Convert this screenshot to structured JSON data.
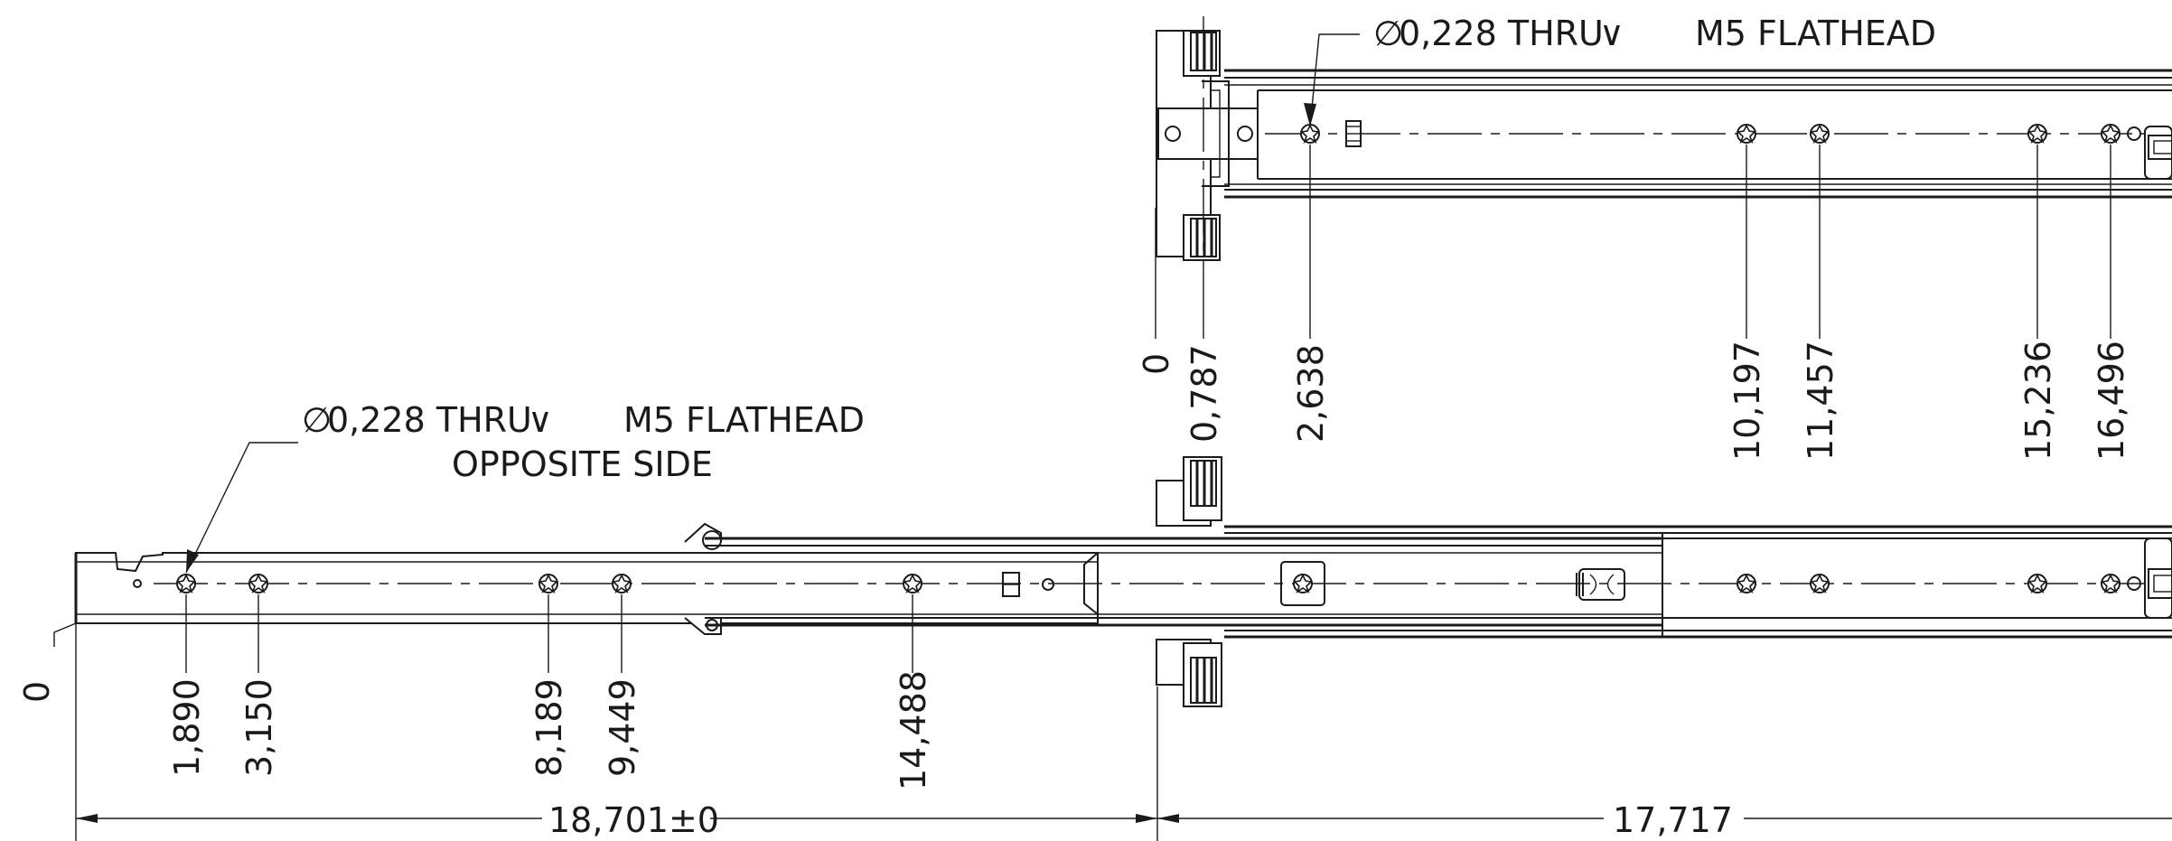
{
  "top_view": {
    "note": {
      "diameter_symbol": "∅",
      "text": "0,228 THRU",
      "countersink_symbol": "∨",
      "fastener": "M5 FLATHEAD"
    },
    "ordinates": [
      "0",
      "0,787",
      "2,638",
      "10,197",
      "11,457",
      "15,236",
      "16,496"
    ]
  },
  "bottom_view": {
    "note": {
      "diameter_symbol": "∅",
      "text": "0,228 THRU",
      "countersink_symbol": "∨",
      "fastener": "M5 FLATHEAD",
      "line2": "OPPOSITE SIDE"
    },
    "datum_label": "0",
    "ordinates": [
      "1,890",
      "3,150",
      "8,189",
      "9,449",
      "14,488"
    ]
  },
  "overall_dimensions": {
    "left": "18,701±0",
    "right": "17,717"
  }
}
